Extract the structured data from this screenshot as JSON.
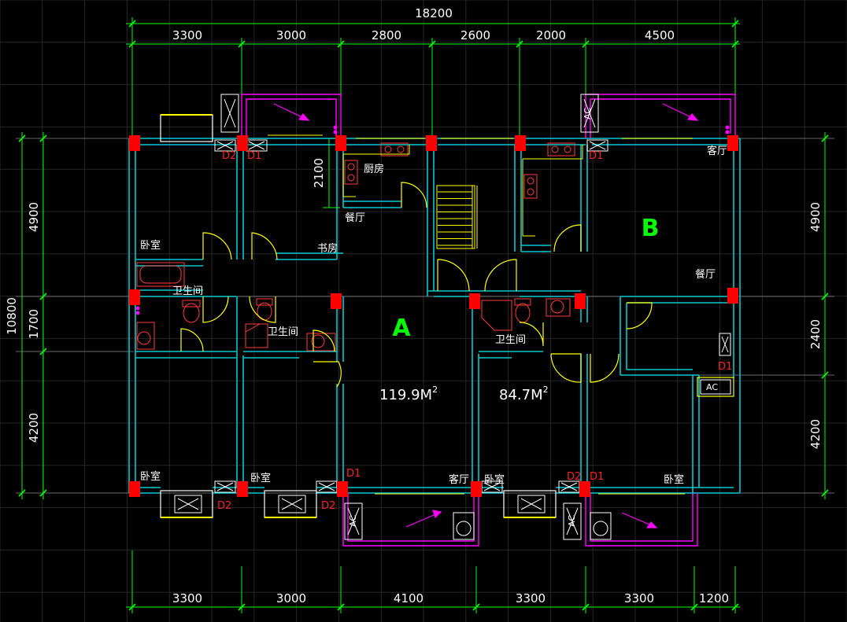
{
  "colors": {
    "background": "#000000",
    "grid": "#2b2b2b",
    "dimension": "#00ff00",
    "dimension_text": "#ffffff",
    "wall": "#00c8d0",
    "column": "#ff0000",
    "fixture": "#ffff00",
    "balcony": "#ff00ff",
    "room_text": "#ffffff",
    "unit_label": "#00ff00",
    "door_tag": "#ff0000"
  },
  "dims": {
    "overall_top": "18200",
    "top": [
      "3300",
      "3000",
      "2800",
      "2600",
      "2000",
      "4500"
    ],
    "bottom": [
      "3300",
      "3000",
      "4100",
      "3300",
      "3300",
      "1200"
    ],
    "left_total": "10800",
    "left": [
      "4900",
      "1700",
      "4200"
    ],
    "right": [
      "4900",
      "2400",
      "4200"
    ],
    "kitchen_depth": "2100"
  },
  "rooms": {
    "bedroom": "卧室",
    "study": "书房",
    "kitchen": "厨房",
    "dining": "餐厅",
    "bathroom": "卫生间",
    "living": "客厅"
  },
  "units": {
    "a": "A",
    "b": "B"
  },
  "areas": {
    "a_value": "119.9M",
    "b_value": "84.7M",
    "superscript": "2"
  },
  "tags": {
    "d1": "D1",
    "d2": "D2",
    "ac": "AC"
  },
  "icons": {
    "column": "column-block-icon",
    "door": "door-swing-icon",
    "ac": "ac-unit-icon",
    "bathtub": "bathtub-icon",
    "toilet": "toilet-icon",
    "sink": "sink-icon",
    "stove": "stove-icon",
    "arrow": "drain-arrow-icon"
  }
}
